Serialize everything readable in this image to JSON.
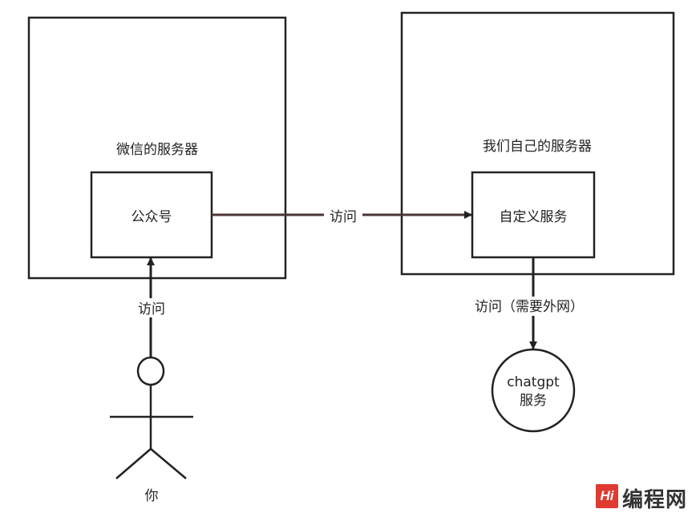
{
  "wechat_server": {
    "label": "微信的服务器",
    "inner": "公众号"
  },
  "our_server": {
    "label": "我们自己的服务器",
    "inner": "自定义服务"
  },
  "edges": {
    "account_to_service": "访问",
    "user_to_account": "访问",
    "service_to_chatgpt": "访问（需要外网）"
  },
  "chatgpt": {
    "line1": "chatgpt",
    "line2": "服务"
  },
  "user": {
    "label": "你"
  },
  "watermark": {
    "logo": "Hi",
    "text": "编程网"
  },
  "colors": {
    "stroke": "#222222",
    "link": "#4a3434"
  }
}
